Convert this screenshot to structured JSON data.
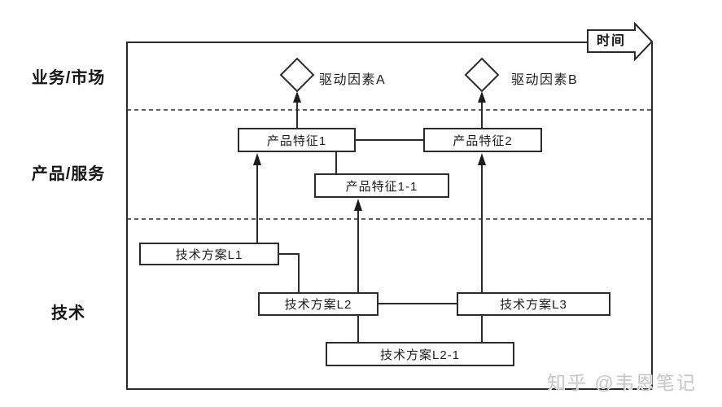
{
  "lanes": [
    {
      "label": "业务/市场"
    },
    {
      "label": "产品/服务"
    },
    {
      "label": "技术"
    }
  ],
  "timeline": {
    "label": "时间"
  },
  "drivers": [
    {
      "label": "驱动因素A"
    },
    {
      "label": "驱动因素B"
    }
  ],
  "nodes": {
    "feature1": "产品特征1",
    "feature2": "产品特征2",
    "feature1_1": "产品特征1-1",
    "l1": "技术方案L1",
    "l2": "技术方案L2",
    "l3": "技术方案L3",
    "l2_1": "技术方案L2-1"
  },
  "edges": [
    {
      "from": "技术方案L1",
      "to": "产品特征1",
      "type": "arrow"
    },
    {
      "from": "技术方案L2",
      "to": "产品特征1-1",
      "type": "arrow"
    },
    {
      "from": "技术方案L3",
      "to": "产品特征2",
      "type": "arrow"
    },
    {
      "from": "产品特征1",
      "to": "驱动因素A",
      "type": "arrow"
    },
    {
      "from": "产品特征2",
      "to": "驱动因素B",
      "type": "arrow"
    },
    {
      "from": "产品特征1",
      "to": "产品特征2",
      "type": "line"
    },
    {
      "from": "产品特征1",
      "to": "产品特征1-1",
      "type": "line"
    },
    {
      "from": "技术方案L1",
      "to": "技术方案L2",
      "type": "elbow-line"
    },
    {
      "from": "技术方案L2",
      "to": "技术方案L3",
      "type": "line"
    },
    {
      "from": "技术方案L2",
      "to": "技术方案L2-1",
      "type": "line"
    },
    {
      "from": "技术方案L3",
      "to": "技术方案L2-1",
      "type": "line"
    }
  ],
  "watermark": "知乎 @韦恩笔记",
  "colors": {
    "stroke": "#2b2b2b",
    "background": "#ffffff",
    "watermark": "#c9c9c9"
  }
}
